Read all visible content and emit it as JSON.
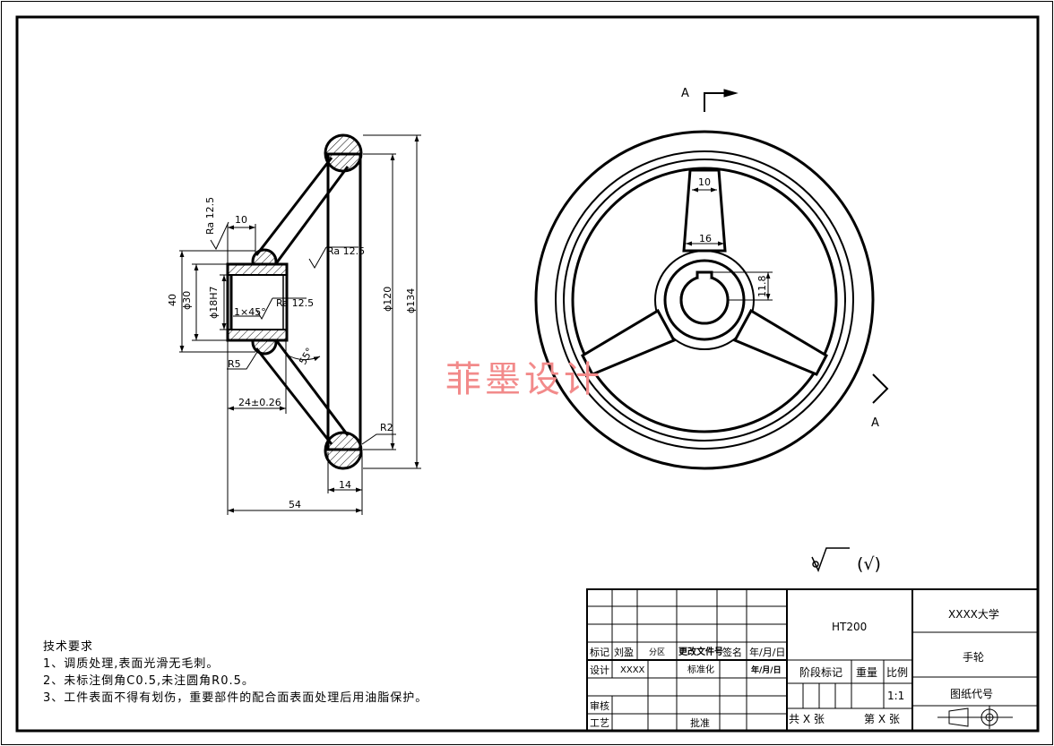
{
  "dims": {
    "ra_top": "Ra 12.5",
    "w10": "10",
    "ra_mid": "Ra 12.5",
    "ra_bore": "Ra 12.5",
    "d40": "40",
    "d30": "ϕ30",
    "d18": "ϕ18H7",
    "chamfer": "1×45°",
    "r5": "R5",
    "a55": "55°",
    "l24": "24±0.26",
    "r2": "R2",
    "l14": "14",
    "l54": "54",
    "d120": "ϕ120",
    "d134": "ϕ134",
    "s10": "10",
    "s16": "16",
    "k118": "11.8"
  },
  "section_marks": {
    "a1": "A",
    "a2": "A"
  },
  "watermark": "菲墨设计",
  "roughness_note": "(√)",
  "tech_req": {
    "title": "技术要求",
    "lines": [
      "1、调质处理,表面光滑无毛刺。",
      "2、未标注倒角C0.5,未注圆角R0.5。",
      "3、工件表面不得有划伤，重要部件的配合面表面处理后用油脂保护。"
    ]
  },
  "title_block": {
    "mark": "标记",
    "name": "刘盈",
    "zone": "分区",
    "change_doc": "更改文件号",
    "sign": "签名",
    "date": "年/月/日",
    "design": "设计",
    "designer": "XXXX",
    "std": "标准化",
    "date2": "年/月/日",
    "review": "审核",
    "process": "工艺",
    "approve": "批准",
    "material": "HT200",
    "stage": "阶段标记",
    "weight": "重量",
    "scale": "比例",
    "scale_val": "1:1",
    "sheets_total": "共 X 张",
    "sheet_no": "第 X 张",
    "school": "XXXX大学",
    "part": "手轮",
    "drawing_no": "图纸代号"
  }
}
